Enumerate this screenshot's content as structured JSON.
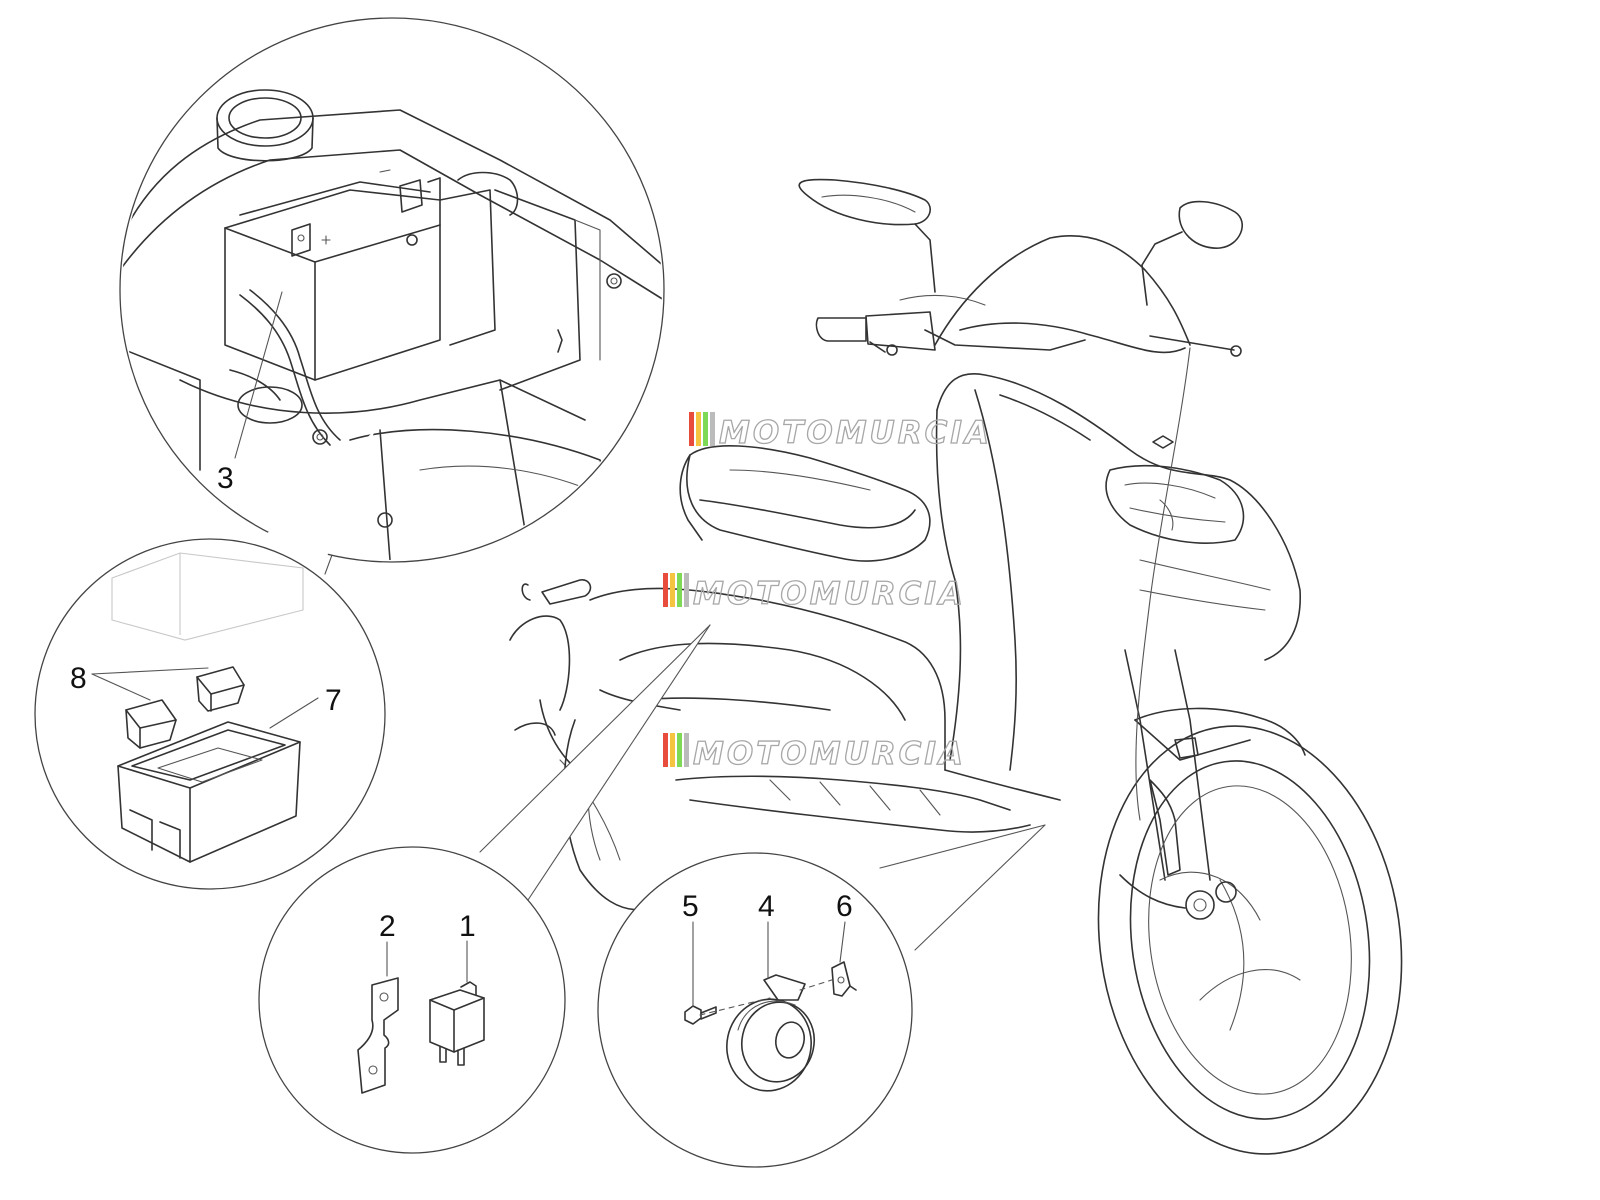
{
  "watermark": {
    "text": "MOTOMURCIA",
    "stripe_colors": [
      "#e74c3c",
      "#f5c542",
      "#7ed957",
      "#bbbbbb"
    ]
  },
  "callouts": {
    "n1": "1",
    "n2": "2",
    "n3": "3",
    "n4": "4",
    "n5": "5",
    "n6": "6",
    "n7": "7",
    "n8": "8"
  }
}
